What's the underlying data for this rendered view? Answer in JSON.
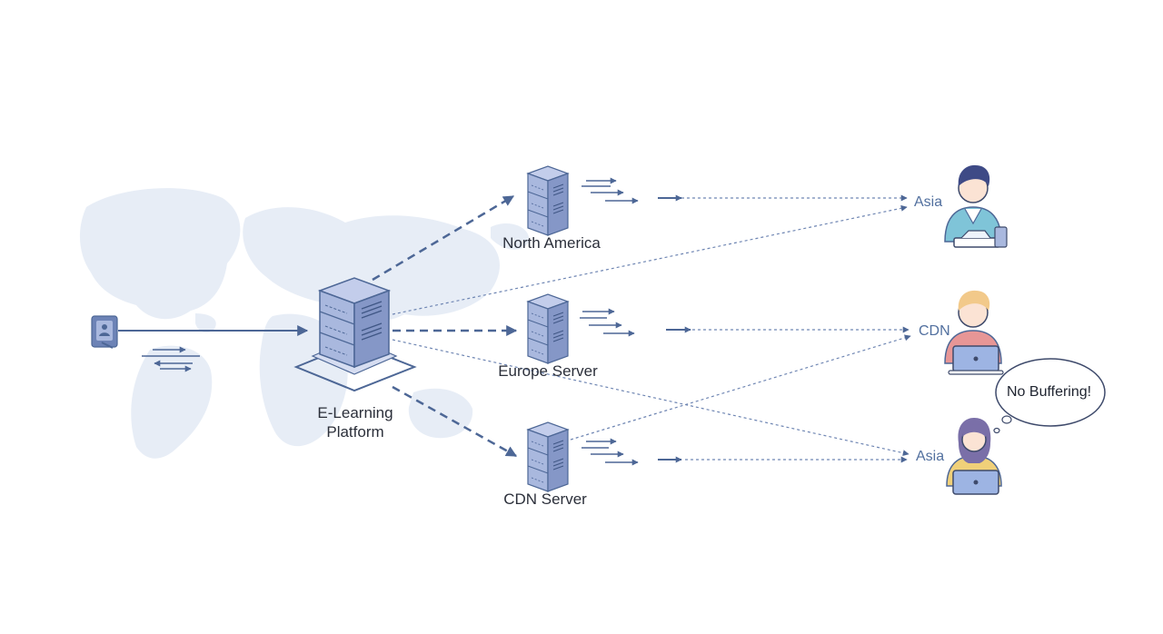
{
  "platform": {
    "label_line1": "E-Learning",
    "label_line2": "Platform"
  },
  "servers": [
    {
      "label": "North America"
    },
    {
      "label": "Europe Server"
    },
    {
      "label": "CDN Server"
    }
  ],
  "regions": [
    {
      "label": "Asia"
    },
    {
      "label": "CDN"
    },
    {
      "label": "Asia"
    }
  ],
  "bubble": {
    "text": "No Buffering!"
  },
  "colors": {
    "line": "#4d6796",
    "server_front": "#a9b8de",
    "server_side": "#8597c7",
    "map": "#e3eaf5",
    "user1_shirt": "#7fc4d8",
    "user2_shirt": "#e79696",
    "user3_shirt": "#f0d079",
    "laptop": "#9db4e3"
  }
}
